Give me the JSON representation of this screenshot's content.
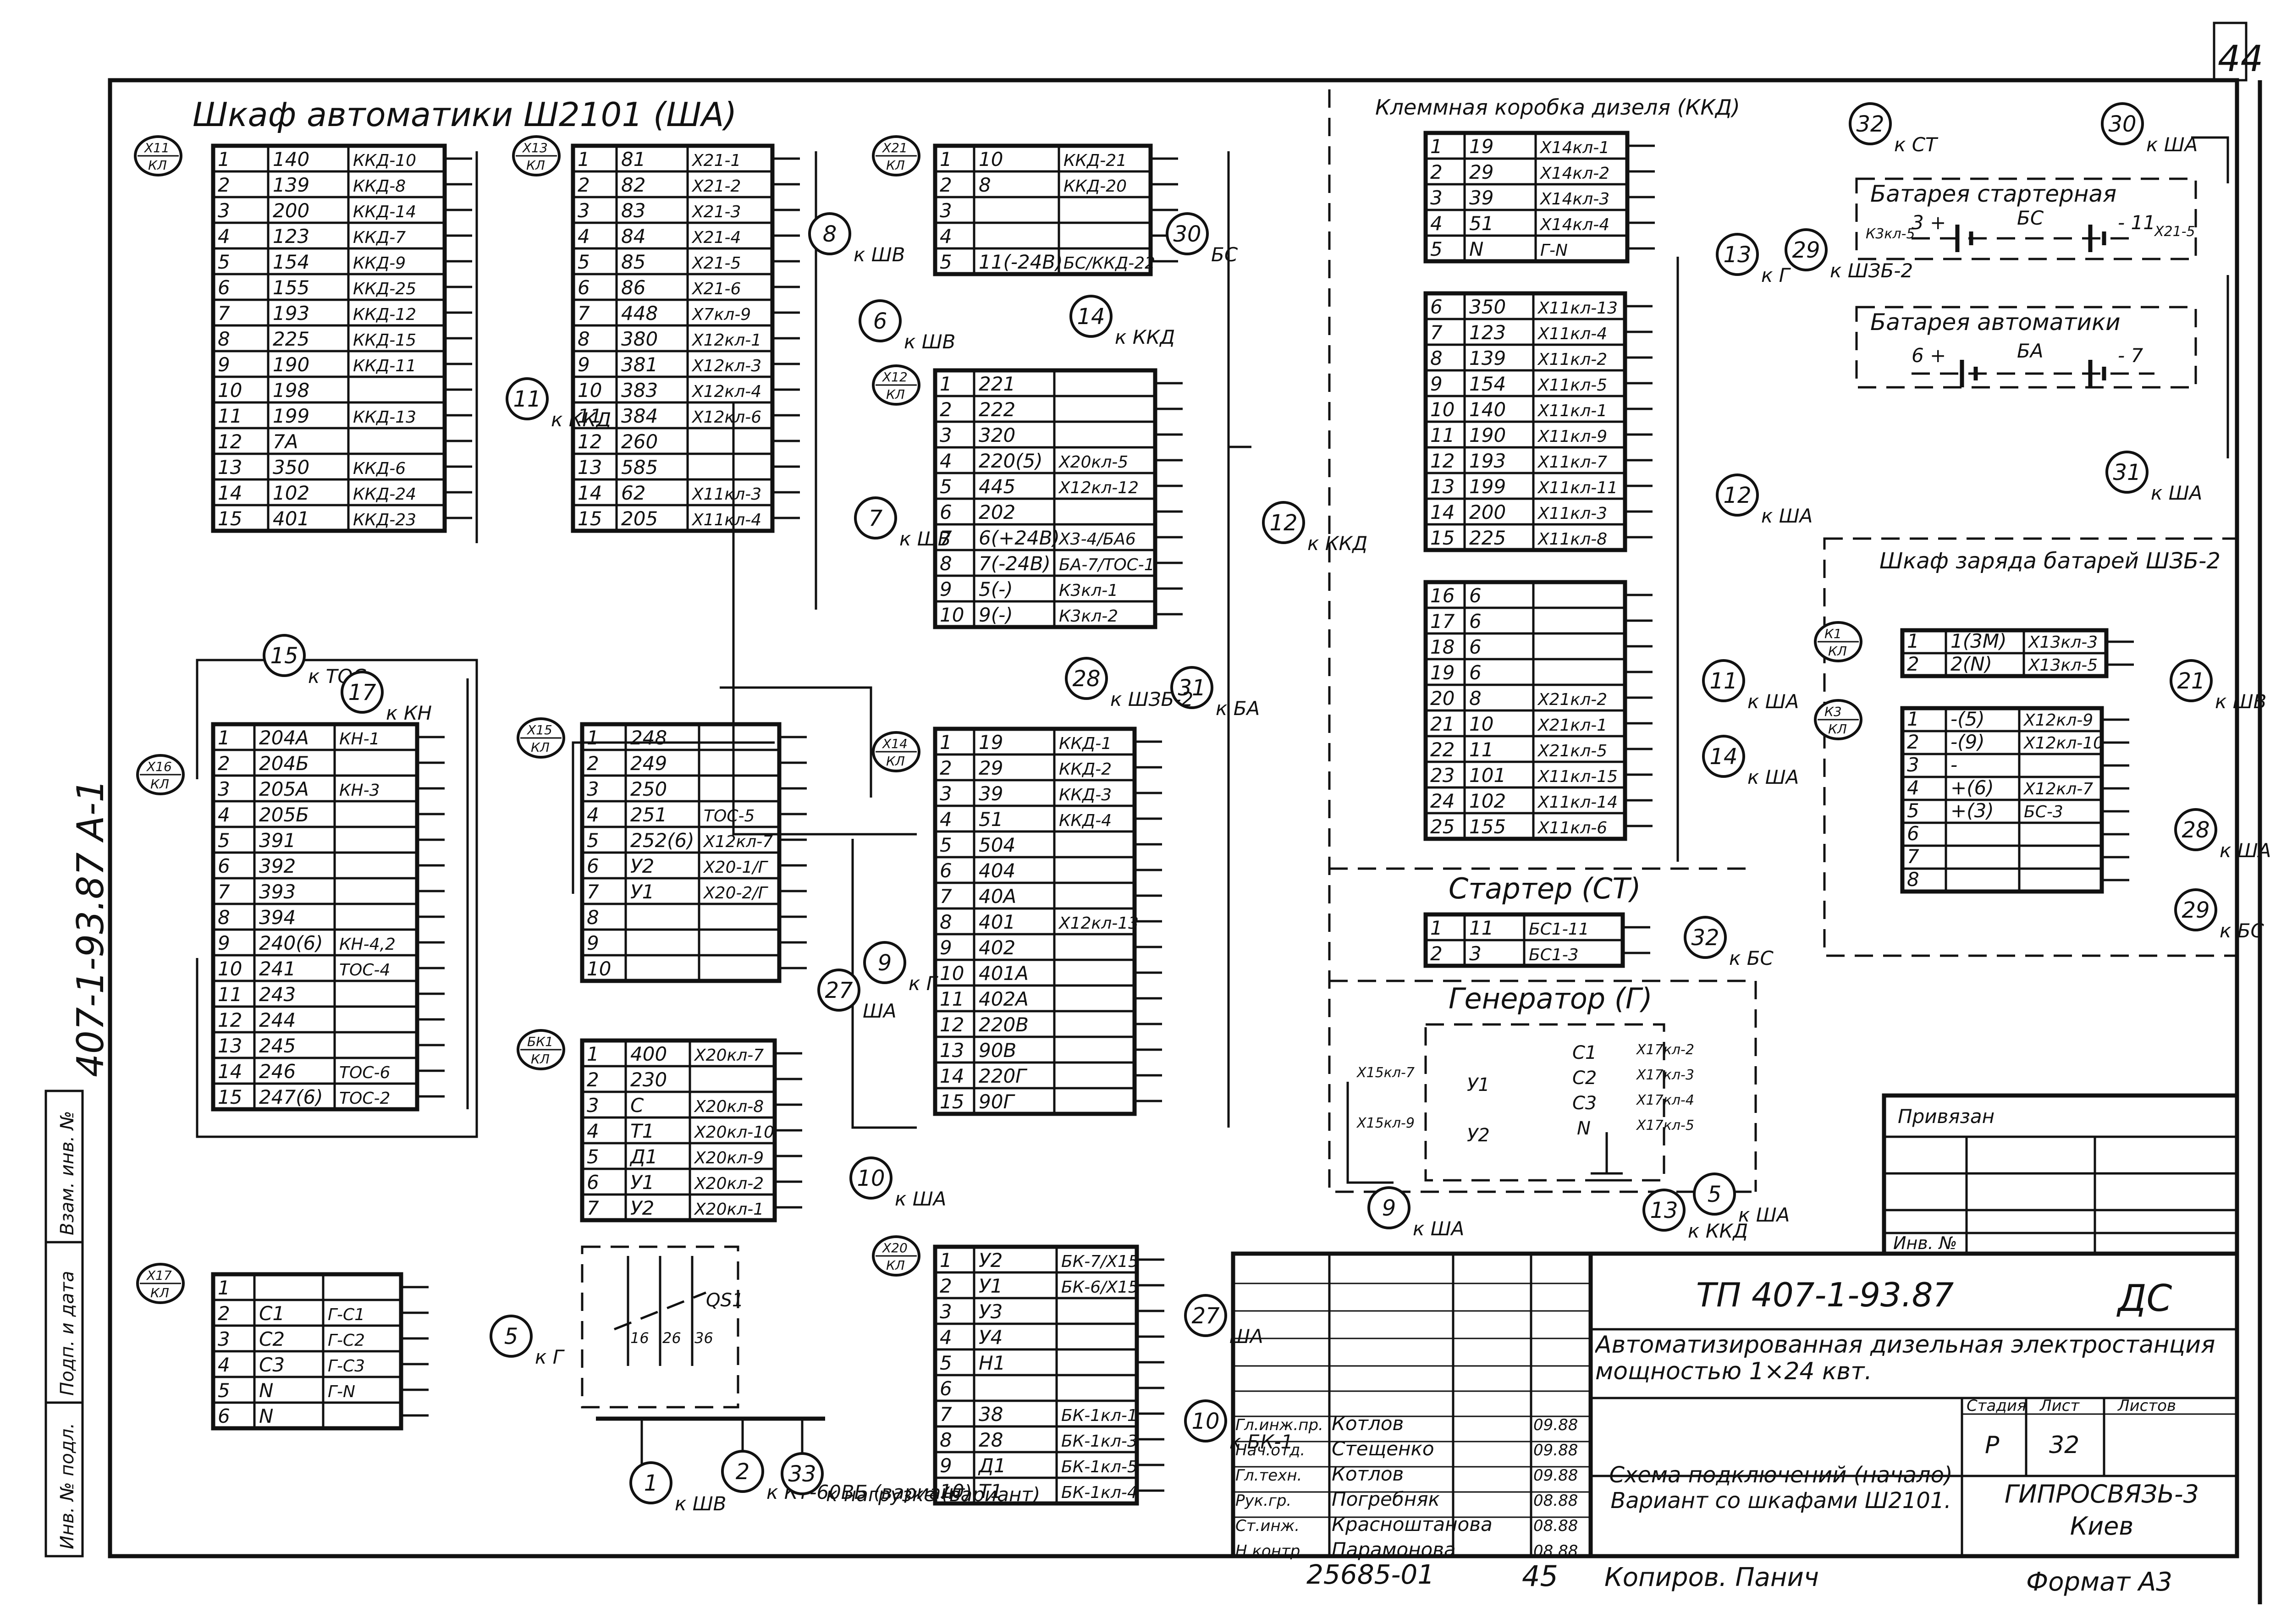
{
  "sheet": {
    "number": "44",
    "side_code": "407-1-93.87  А-1"
  },
  "left_strip": [
    "Инв. № подл.",
    "Подп. и дата",
    "Взам. инв. №"
  ],
  "titles": {
    "cabinet_sha": "Шкаф автоматики Ш2101 (ША)",
    "klemmnaya": "Клеммная коробка дизеля (ККД)",
    "battery_starter": "Батарея стартерная",
    "battery_auto": "Батарея автоматики",
    "charge_cabinet": "Шкаф заряда батарей ШЗБ-2",
    "starter": "Стартер (СТ)",
    "generator": "Генератор (Г)",
    "privyazan": "Привязан",
    "inv_no": "Инв. №"
  },
  "terminal_blocks": [
    {
      "id": "XI1",
      "tag": "Х11/КЛ",
      "rows": [
        [
          "1",
          "140",
          "ККД-10"
        ],
        [
          "2",
          "139",
          "ККД-8"
        ],
        [
          "3",
          "200",
          "ККД-14"
        ],
        [
          "4",
          "123",
          "ККД-7"
        ],
        [
          "5",
          "154",
          "ККД-9"
        ],
        [
          "6",
          "155",
          "ККД-25"
        ],
        [
          "7",
          "193",
          "ККД-12"
        ],
        [
          "8",
          "225",
          "ККД-15"
        ],
        [
          "9",
          "190",
          "ККД-11"
        ],
        [
          "10",
          "198",
          ""
        ],
        [
          "11",
          "199",
          "ККД-13"
        ],
        [
          "12",
          "7А",
          ""
        ],
        [
          "13",
          "350",
          "ККД-6"
        ],
        [
          "14",
          "102",
          "ККД-24"
        ],
        [
          "15",
          "401",
          "ККД-23"
        ]
      ]
    },
    {
      "id": "X13",
      "tag": "Х13/КЛ",
      "rows": [
        [
          "1",
          "81",
          "Х21-1"
        ],
        [
          "2",
          "82",
          "Х21-2"
        ],
        [
          "3",
          "83",
          "Х21-3"
        ],
        [
          "4",
          "84",
          "Х21-4"
        ],
        [
          "5",
          "85",
          "Х21-5"
        ],
        [
          "6",
          "86",
          "Х21-6"
        ],
        [
          "7",
          "448",
          "Х7кл-9"
        ],
        [
          "8",
          "380",
          "Х12кл-1"
        ],
        [
          "9",
          "381",
          "Х12кл-3"
        ],
        [
          "10",
          "383",
          "Х12кл-4"
        ],
        [
          "11",
          "384",
          "Х12кл-6"
        ],
        [
          "12",
          "260",
          ""
        ],
        [
          "13",
          "585",
          ""
        ],
        [
          "14",
          "62",
          "Х11кл-3"
        ],
        [
          "15",
          "205",
          "Х11кл-4"
        ]
      ]
    },
    {
      "id": "X21",
      "tag": "Х21/КЛ",
      "rows": [
        [
          "1",
          "10",
          "ККД-21"
        ],
        [
          "2",
          "8",
          "ККД-20"
        ],
        [
          "3",
          "",
          ""
        ],
        [
          "4",
          "",
          ""
        ],
        [
          "5",
          "11(-24В)",
          "БС/ККД-22"
        ]
      ]
    },
    {
      "id": "X12",
      "tag": "Х12/КЛ",
      "rows": [
        [
          "1",
          "221",
          ""
        ],
        [
          "2",
          "222",
          ""
        ],
        [
          "3",
          "320",
          ""
        ],
        [
          "4",
          "220(5)",
          "Х20кл-5"
        ],
        [
          "5",
          "445",
          "Х12кл-12"
        ],
        [
          "6",
          "202",
          ""
        ],
        [
          "7",
          "6(+24В)",
          "Х3-4/БА6"
        ],
        [
          "8",
          "7(-24В)",
          "БА-7/ТОС-1"
        ],
        [
          "9",
          "5(-)",
          "К3кл-1"
        ],
        [
          "10",
          "9(-)",
          "К3кл-2"
        ]
      ]
    },
    {
      "id": "X16",
      "tag": "Х16/КЛ",
      "rows": [
        [
          "1",
          "204А",
          "КН-1"
        ],
        [
          "2",
          "204Б",
          ""
        ],
        [
          "3",
          "205А",
          "КН-3"
        ],
        [
          "4",
          "205Б",
          ""
        ],
        [
          "5",
          "391",
          ""
        ],
        [
          "6",
          "392",
          ""
        ],
        [
          "7",
          "393",
          ""
        ],
        [
          "8",
          "394",
          ""
        ],
        [
          "9",
          "240(6)",
          "КН-4,2"
        ],
        [
          "10",
          "241",
          "ТОС-4"
        ],
        [
          "11",
          "243",
          ""
        ],
        [
          "12",
          "244",
          ""
        ],
        [
          "13",
          "245",
          ""
        ],
        [
          "14",
          "246",
          "ТОС-6"
        ],
        [
          "15",
          "247(6)",
          "ТОС-2"
        ]
      ]
    },
    {
      "id": "X15",
      "tag": "Х15/КЛ",
      "rows": [
        [
          "1",
          "248",
          ""
        ],
        [
          "2",
          "249",
          ""
        ],
        [
          "3",
          "250",
          ""
        ],
        [
          "4",
          "251",
          "ТОС-5"
        ],
        [
          "5",
          "252(6)",
          "Х12кл-7"
        ],
        [
          "6",
          "У2",
          "Х20-1/Г"
        ],
        [
          "7",
          "У1",
          "Х20-2/Г"
        ],
        [
          "8",
          "",
          ""
        ],
        [
          "9",
          "",
          ""
        ],
        [
          "10",
          "",
          ""
        ]
      ]
    },
    {
      "id": "X14",
      "tag": "Х14/КЛ",
      "rows": [
        [
          "1",
          "19",
          "ККД-1"
        ],
        [
          "2",
          "29",
          "ККД-2"
        ],
        [
          "3",
          "39",
          "ККД-3"
        ],
        [
          "4",
          "51",
          "ККД-4"
        ],
        [
          "5",
          "504",
          ""
        ],
        [
          "6",
          "404",
          ""
        ],
        [
          "7",
          "40А",
          ""
        ],
        [
          "8",
          "401",
          "Х12кл-13"
        ],
        [
          "9",
          "402",
          ""
        ],
        [
          "10",
          "401А",
          ""
        ],
        [
          "11",
          "402А",
          ""
        ],
        [
          "12",
          "220В",
          ""
        ],
        [
          "13",
          "90В",
          ""
        ],
        [
          "14",
          "220Г",
          ""
        ],
        [
          "15",
          "90Г",
          ""
        ]
      ]
    },
    {
      "id": "BK1",
      "tag": "БК1/КЛ",
      "rows": [
        [
          "1",
          "400",
          "Х20кл-7"
        ],
        [
          "2",
          "230",
          ""
        ],
        [
          "3",
          "С",
          "Х20кл-8"
        ],
        [
          "4",
          "Т1",
          "Х20кл-10"
        ],
        [
          "5",
          "Д1",
          "Х20кл-9"
        ],
        [
          "6",
          "У1",
          "Х20кл-2"
        ],
        [
          "7",
          "У2",
          "Х20кл-1"
        ]
      ]
    },
    {
      "id": "X17",
      "tag": "Х17/КЛ",
      "rows": [
        [
          "1",
          "",
          ""
        ],
        [
          "2",
          "С1",
          "Г-С1"
        ],
        [
          "3",
          "С2",
          "Г-С2"
        ],
        [
          "4",
          "С3",
          "Г-С3"
        ],
        [
          "5",
          "N",
          "Г-N"
        ],
        [
          "6",
          "N",
          ""
        ]
      ]
    },
    {
      "id": "X20",
      "tag": "Х20/КЛ",
      "rows": [
        [
          "1",
          "У2",
          "БК-7/Х15"
        ],
        [
          "2",
          "У1",
          "БК-6/Х15"
        ],
        [
          "3",
          "У3",
          ""
        ],
        [
          "4",
          "У4",
          ""
        ],
        [
          "5",
          "Н1",
          ""
        ],
        [
          "6",
          "",
          ""
        ],
        [
          "7",
          "38",
          "БК-1кл-1"
        ],
        [
          "8",
          "28",
          "БК-1кл-3"
        ],
        [
          "9",
          "Д1",
          "БК-1кл-5"
        ],
        [
          "10",
          "Т1",
          "БК-1кл-4"
        ]
      ]
    },
    {
      "id": "KKD1",
      "tag": "ККД",
      "rows": [
        [
          "1",
          "19",
          "Х14кл-1"
        ],
        [
          "2",
          "29",
          "Х14кл-2"
        ],
        [
          "3",
          "39",
          "Х14кл-3"
        ],
        [
          "4",
          "51",
          "Х14кл-4"
        ],
        [
          "5",
          "N",
          "Г-N"
        ]
      ]
    },
    {
      "id": "KKD2",
      "tag": "",
      "rows": [
        [
          "6",
          "350",
          "Х11кл-13"
        ],
        [
          "7",
          "123",
          "Х11кл-4"
        ],
        [
          "8",
          "139",
          "Х11кл-2"
        ],
        [
          "9",
          "154",
          "Х11кл-5"
        ],
        [
          "10",
          "140",
          "Х11кл-1"
        ],
        [
          "11",
          "190",
          "Х11кл-9"
        ],
        [
          "12",
          "193",
          "Х11кл-7"
        ],
        [
          "13",
          "199",
          "Х11кл-11"
        ],
        [
          "14",
          "200",
          "Х11кл-3"
        ],
        [
          "15",
          "225",
          "Х11кл-8"
        ]
      ]
    },
    {
      "id": "KKD3",
      "tag": "",
      "rows": [
        [
          "16",
          "6",
          ""
        ],
        [
          "17",
          "6",
          ""
        ],
        [
          "18",
          "6",
          ""
        ],
        [
          "19",
          "6",
          ""
        ],
        [
          "20",
          "8",
          "Х21кл-2"
        ],
        [
          "21",
          "10",
          "Х21кл-1"
        ],
        [
          "22",
          "11",
          "Х21кл-5"
        ],
        [
          "23",
          "101",
          "Х11кл-15"
        ],
        [
          "24",
          "102",
          "Х11кл-14"
        ],
        [
          "25",
          "155",
          "Х11кл-6"
        ]
      ]
    },
    {
      "id": "K1",
      "tag": "К1/КЛ",
      "rows": [
        [
          "1",
          "1(3М)",
          "Х13кл-3"
        ],
        [
          "2",
          "2(N)",
          "Х13кл-5"
        ]
      ]
    },
    {
      "id": "K3",
      "tag": "К3/КЛ",
      "rows": [
        [
          "1",
          "-(5)",
          "Х12кл-9"
        ],
        [
          "2",
          "-(9)",
          "Х12кл-10"
        ],
        [
          "3",
          "-",
          ""
        ],
        [
          "4",
          "+(6)",
          "Х12кл-7"
        ],
        [
          "5",
          "+(3)",
          "БС-3"
        ],
        [
          "6",
          "",
          ""
        ],
        [
          "7",
          "",
          ""
        ],
        [
          "8",
          "",
          ""
        ]
      ]
    },
    {
      "id": "ST",
      "tag": "",
      "rows": [
        [
          "1",
          "11",
          "БС1-11"
        ],
        [
          "2",
          "3",
          "БС1-3"
        ]
      ]
    }
  ],
  "cable_markers": [
    {
      "n": "11",
      "label": "к ККД"
    },
    {
      "n": "8",
      "label": "к ШВ"
    },
    {
      "n": "6",
      "label": "к ШВ"
    },
    {
      "n": "7",
      "label": "к ШВ"
    },
    {
      "n": "30",
      "label": "БС"
    },
    {
      "n": "14",
      "label": "к ККД"
    },
    {
      "n": "12",
      "label": "к ККД"
    },
    {
      "n": "31",
      "label": "к БА"
    },
    {
      "n": "28",
      "label": "к ШЗБ-2"
    },
    {
      "n": "15",
      "label": "к ТОС"
    },
    {
      "n": "17",
      "label": "к КН"
    },
    {
      "n": "9",
      "label": "к Г"
    },
    {
      "n": "27",
      "label": "ША"
    },
    {
      "n": "10",
      "label": "к ША"
    },
    {
      "n": "5",
      "label": "к Г"
    },
    {
      "n": "1",
      "label": "к ШВ"
    },
    {
      "n": "2",
      "label": "к КТ-60ВБ (вариант)"
    },
    {
      "n": "33",
      "label": "к нагрузке (вариант)"
    },
    {
      "n": "13",
      "label": "к Г"
    },
    {
      "n": "12",
      "label": "к ША"
    },
    {
      "n": "11",
      "label": "к ША"
    },
    {
      "n": "14",
      "label": "к ША"
    },
    {
      "n": "32",
      "label": "к БС"
    },
    {
      "n": "9",
      "label": "к ША"
    },
    {
      "n": "13",
      "label": "к ККД"
    },
    {
      "n": "5",
      "label": "к ША"
    },
    {
      "n": "32",
      "label": "к СТ"
    },
    {
      "n": "30",
      "label": "к ША"
    },
    {
      "n": "29",
      "label": "к ШЗБ-2"
    },
    {
      "n": "31",
      "label": "к ША"
    },
    {
      "n": "21",
      "label": "к ШВ"
    },
    {
      "n": "28",
      "label": "к ША"
    },
    {
      "n": "29",
      "label": "к БС"
    },
    {
      "n": "27",
      "label": "ША"
    },
    {
      "n": "10",
      "label": "к БК-1"
    }
  ],
  "battery": {
    "starter_terms": [
      "3 +",
      "БС",
      "- 11"
    ],
    "auto_terms": [
      "6 +",
      "БА",
      "- 7"
    ],
    "k3b": "К3кл-5",
    "x21": "Х21-5"
  },
  "generator": {
    "left": [
      "Х15кл-7",
      "Х15кл-9"
    ],
    "left_pins": [
      "У1",
      "У2"
    ],
    "pins": [
      "С1",
      "С2",
      "С3",
      "N"
    ],
    "right": [
      "Х17кл-2",
      "Х17кл-3",
      "Х17кл-4",
      "Х17кл-5"
    ]
  },
  "qs1": {
    "name": "QS1",
    "terms": [
      "16",
      "26",
      "36"
    ]
  },
  "stamp": {
    "code": "ТП 407-1-93.87",
    "doc_type": "ДС",
    "title": "Автоматизированная дизельная электростанция мощностью 1×24 квт.",
    "sheet_title": "Схема подключений (начало) Вариант со шкафами Ш2101.",
    "org": "ГИПРОСВЯЗЬ-3 Киев",
    "stage_h": "Стадия",
    "sheet_h": "Лист",
    "sheets_h": "Листов",
    "stage": "Р",
    "sheet": "32",
    "people": [
      [
        "Гл.инж.пр.",
        "Котлов",
        "",
        "09.88"
      ],
      [
        "Нач.отд.",
        "Стещенко",
        "",
        "09.88"
      ],
      [
        "Гл.техн.",
        "Котлов",
        "",
        "09.88"
      ],
      [
        "Рук.гр.",
        "Погребняк",
        "",
        "08.88"
      ],
      [
        "Ст.инж.",
        "Красноштанова",
        "",
        "08.88"
      ],
      [
        "Н.контр.",
        "Парамонова",
        "",
        "08.88"
      ]
    ]
  },
  "footer": {
    "num": "25685-01",
    "page": "45",
    "copied": "Копиров. Панич",
    "format": "Формат А3"
  }
}
